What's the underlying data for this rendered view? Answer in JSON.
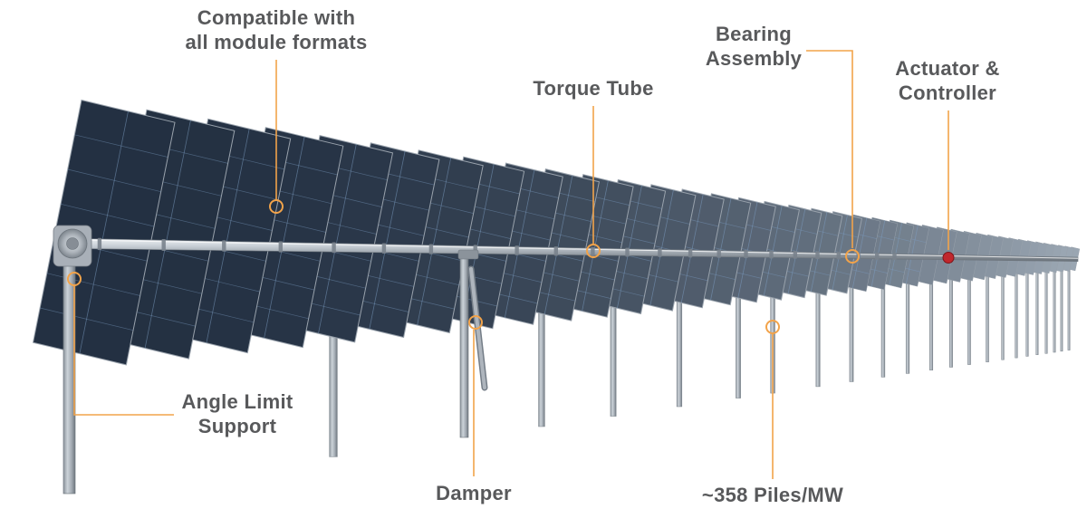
{
  "colors": {
    "accent": "#F2A34A",
    "label_text": "#58595B",
    "actuator_marker": "#C1272D"
  },
  "callouts": {
    "module_formats": {
      "label": "Compatible with\nall module formats"
    },
    "torque_tube": {
      "label": "Torque Tube"
    },
    "bearing_assembly": {
      "label": "Bearing\nAssembly"
    },
    "actuator_controller": {
      "label": "Actuator &\nController"
    },
    "angle_limit_support": {
      "label": "Angle Limit\nSupport"
    },
    "damper": {
      "label": "Damper"
    },
    "piles_per_mw": {
      "label": "~358 Piles/MW"
    }
  }
}
